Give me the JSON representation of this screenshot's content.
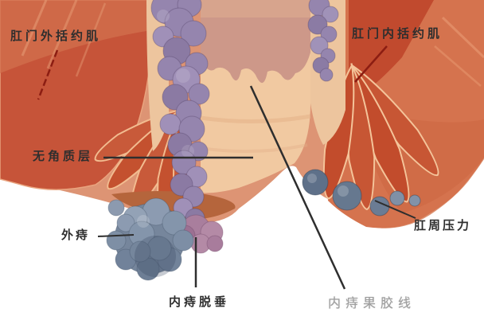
{
  "figure": {
    "labels": {
      "external_sphincter": "肛门外括约肌",
      "internal_sphincter": "肛门内括约肌",
      "non_keratinized_layer": "无角质层",
      "external_hemorrhoid": "外痔",
      "internal_hemorrhoid_prolapse": "内痔脱垂",
      "perianal_pressure": "肛周压力",
      "pectinate_line": "内痔果胶线"
    },
    "colors": {
      "background_white": "#ffffff",
      "flesh_backdrop": "#dd9474",
      "muscle_deep_red": "#c65439",
      "muscle_salmon": "#d5734e",
      "sphincter_red_block": "#c14a2e",
      "fan_petal_red": "#c85a3a",
      "petal_outline_peach": "#f2bc90",
      "canal_upper_rose": "#cd9889",
      "canal_lower_peach": "#f1c9a1",
      "wall_strip_peach": "#edc59e",
      "anal_verge_brown": "#b5653c",
      "hemorrhoid_purple": "#9585ae",
      "prolapse_mauve": "#a97e9d",
      "external_hemorrhoid_blue": "#76869c",
      "perianal_ball_blue": "#5e7089",
      "leader_line_black": "#2e2e2e",
      "leader_line_dark_red": "#8c1d12",
      "label_text": "#2e2e2e",
      "faint_label_text": "#8d8d8d"
    }
  }
}
